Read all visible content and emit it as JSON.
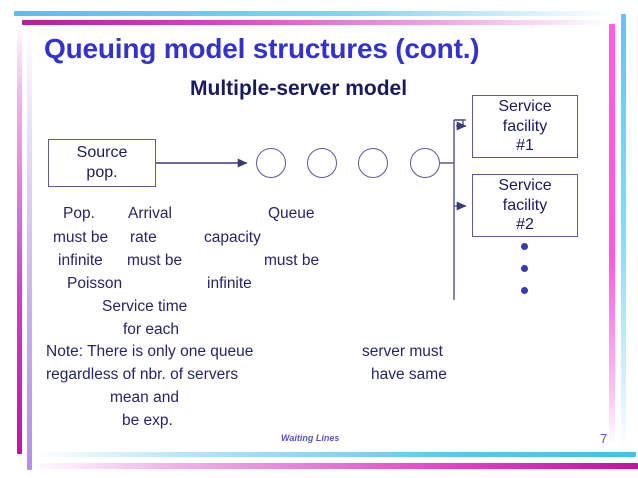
{
  "slide": {
    "title": "Queuing model structures (cont.)",
    "subtitle": "Multiple-server model",
    "footer_note": "Waiting Lines",
    "page_number": "7",
    "colors": {
      "title": "#3333CC",
      "subtitle": "#1B1B5C",
      "body_text": "#262663",
      "diagram_stroke": "#5B5B96",
      "accent_cyan": "#4EC3EF",
      "accent_magenta": "#C4129F",
      "dot": "#3A3AB0",
      "footer": "#5A53C8"
    }
  },
  "diagram": {
    "source_box": {
      "line1": "Source",
      "line2": "pop."
    },
    "queue_circles": 4,
    "service_facilities": [
      {
        "line1": "Service",
        "line2": "facility",
        "line3": "#1"
      },
      {
        "line1": "Service",
        "line2": "facility",
        "line3": "#2"
      }
    ],
    "ellipsis_dots": 3
  },
  "annotations": {
    "pop": "Pop.",
    "arrival": "Arrival",
    "queue": "Queue",
    "must_be_1": "must be",
    "rate": "rate",
    "capacity": "capacity",
    "infinite_1": "infinite",
    "must_be_2": "must be",
    "must_be_3": "must be",
    "poisson": "Poisson",
    "infinite_2": "infinite",
    "service_time": "Service time",
    "for_each": "for each",
    "note_line1": "Note:  There is only one queue",
    "note_line2": "regardless of nbr. of servers",
    "server_must": "server must",
    "have_same": "have same",
    "mean_and": "mean and",
    "be_exp": "be exp."
  }
}
